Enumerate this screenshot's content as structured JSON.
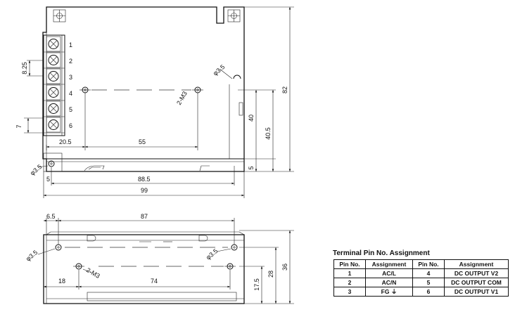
{
  "top_view": {
    "terminal_numbers": [
      "1",
      "2",
      "3",
      "4",
      "5",
      "6"
    ],
    "dims": {
      "pitch": "8.25",
      "terminal_width": "7",
      "left_offset": "20.5",
      "hole_spacing": "55",
      "mount_hole_dia": "2-M3",
      "hole_dia_top": "φ3.5",
      "hole_dia_bottom": "φ3.5",
      "hole_edge": "5",
      "hole_pitch_x": "88.5",
      "overall_length": "99",
      "height_40": "40",
      "height_40_5": "40.5",
      "bottom_5": "5",
      "overall_height": "82"
    }
  },
  "side_view": {
    "dims": {
      "left_offset": "6.5",
      "hole_span": "87",
      "hole_dia_left": "φ3.5",
      "hole_dia_right": "φ3.5",
      "mount_hole": "2-M3",
      "bottom_left": "18",
      "bottom_span": "74",
      "height_17_5": "17.5",
      "height_28": "28",
      "overall_height": "36"
    }
  },
  "pin_table": {
    "title": "Terminal Pin No.  Assignment",
    "headers": [
      "Pin No.",
      "Assignment",
      "Pin No.",
      "Assignment"
    ],
    "rows": [
      [
        "1",
        "AC/L",
        "4",
        "DC OUTPUT V2"
      ],
      [
        "2",
        "AC/N",
        "5",
        "DC OUTPUT COM"
      ],
      [
        "3",
        "FG ⏚",
        "6",
        "DC OUTPUT V1"
      ]
    ]
  }
}
